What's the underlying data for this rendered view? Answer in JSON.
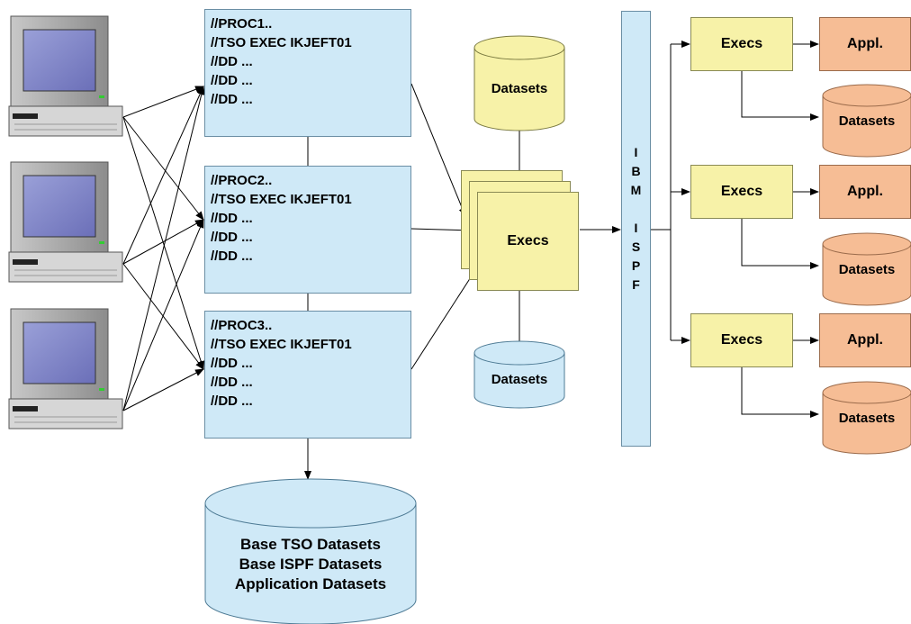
{
  "procs": [
    {
      "lines": [
        "//PROC1..",
        "//TSO EXEC IKJEFT01",
        "//DD ...",
        "//DD ...",
        "//DD ..."
      ]
    },
    {
      "lines": [
        "//PROC2..",
        "//TSO EXEC IKJEFT01",
        "//DD ...",
        "//DD ...",
        "//DD ..."
      ]
    },
    {
      "lines": [
        "//PROC3..",
        "//TSO EXEC IKJEFT01",
        "//DD ...",
        "//DD ...",
        "//DD ..."
      ]
    }
  ],
  "center": {
    "execs_label": "Execs",
    "datasets_top_label": "Datasets",
    "datasets_bottom_label": "Datasets"
  },
  "ispf_letters": [
    "I",
    "B",
    "M",
    "",
    "I",
    "S",
    "P",
    "F"
  ],
  "right_groups": [
    {
      "execs": "Execs",
      "appl": "Appl.",
      "datasets": "Datasets"
    },
    {
      "execs": "Execs",
      "appl": "Appl.",
      "datasets": "Datasets"
    },
    {
      "execs": "Execs",
      "appl": "Appl.",
      "datasets": "Datasets"
    }
  ],
  "base_datasets": [
    "Base TSO Datasets",
    "Base ISPF Datasets",
    "Application Datasets"
  ],
  "colors": {
    "blue_fill": "#cfe9f7",
    "yellow_fill": "#f7f2a8",
    "orange_fill": "#f6bd95"
  }
}
